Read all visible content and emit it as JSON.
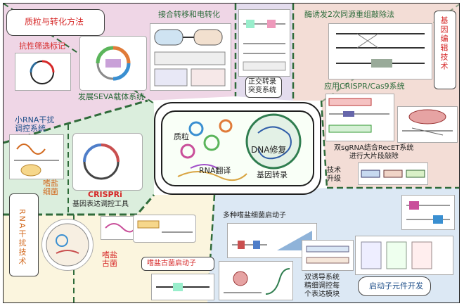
{
  "colors": {
    "pink": "#efd6e6",
    "lavender": "#e3dced",
    "peach": "#f3ddd6",
    "mint": "#dbeedd",
    "cream": "#fbf5de",
    "lightblue": "#dce8f4",
    "green_dash": "#2f6b3a",
    "cell_green": "#2f7d4f"
  },
  "top_left": {
    "title": "质粒与转化方法",
    "marker": "抗性筛选标记",
    "seva": "发展SEVA载体系统",
    "conj": "接合转移和电转化"
  },
  "top_center": {
    "mutation": "正交转录\n突变系统"
  },
  "top_right": {
    "knockout": "酶诱发2次同源重组敲除法",
    "crispr": "应用CRISPR/Cas9系统",
    "side": "基因编辑技术",
    "recet": "双sgRNA结合RecET系统\n进行大片段敲除",
    "upgrade": "技术\n升级"
  },
  "center": {
    "plasmid": "质粒",
    "dna_repair": "DNA修复",
    "rna_translation": "RNA翻译",
    "gene_transcription": "基因转录"
  },
  "left": {
    "srna": "小RNA干扰\n调控系统",
    "halophilic_bacteria": "嗜盐\n细菌",
    "crispri_title": "CRISPRi",
    "crispri_sub": "基因表达调控工具",
    "rna_interference": "RNA干扰技术",
    "halophilic_archaea": "嗜盐\n古菌"
  },
  "bottom": {
    "bacteria_promoter": "多种嗜盐细菌启动子",
    "archaea_promoter": "嗜盐古菌启动子",
    "dual_induction": "双诱导系统\n精细调控每\n个表达模块",
    "promoter_dev": "启动子元件开发"
  }
}
